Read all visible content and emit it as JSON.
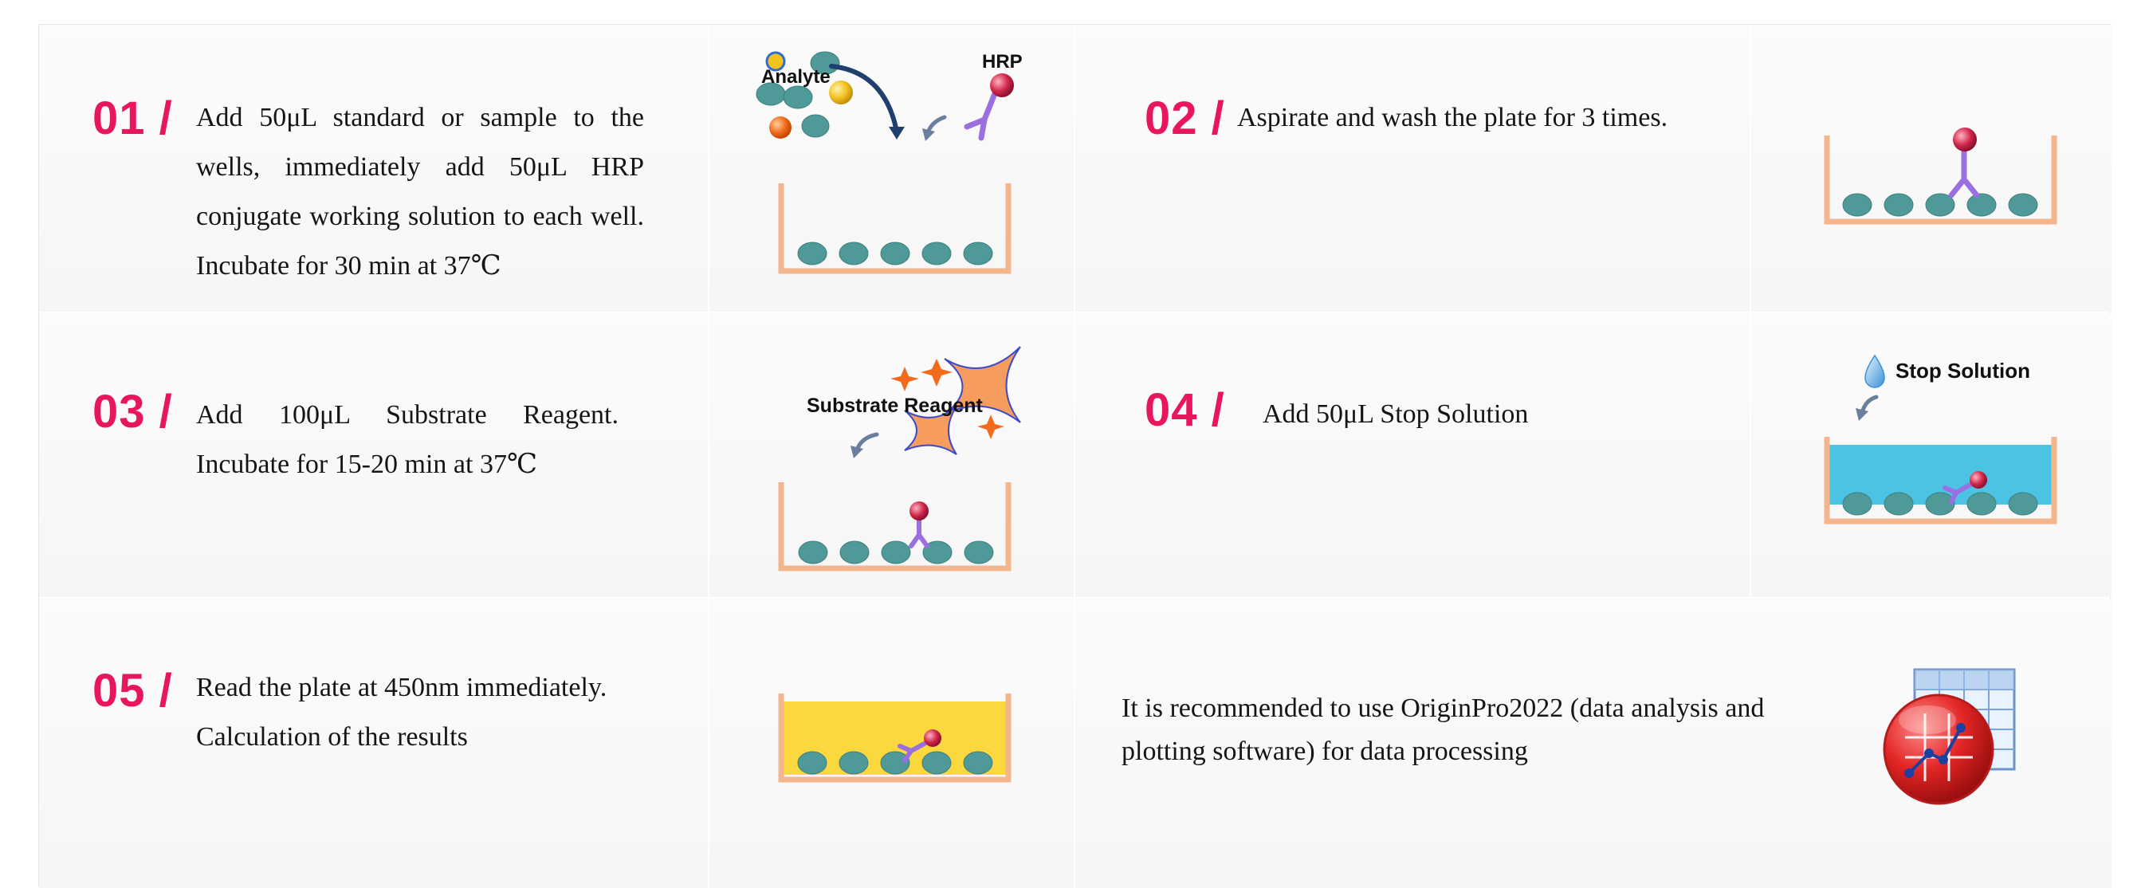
{
  "steps": [
    {
      "number": "01 /",
      "text": "Add 50μL standard or sample to the wells, immediately add 50μL HRP conjugate working solution to each well. Incubate for 30 min at 37℃"
    },
    {
      "number": "02 /",
      "text": "Aspirate and wash the plate for 3 times."
    },
    {
      "number": "03 /",
      "text": "Add  100μL Substrate Reagent. Incubate for 15-20 min at 37℃"
    },
    {
      "number": "04 /",
      "text": "Add 50μL Stop Solution"
    },
    {
      "number": "05 /",
      "text": "Read the plate at 450nm immediately. Calculation of the results"
    }
  ],
  "recommendation": "It is recommended to use OriginPro2022 (data analysis and plotting software) for data processing",
  "labels": {
    "analyte": "Analyte",
    "hrp": "HRP",
    "substrate": "Substrate Reagent",
    "stop": "Stop Solution"
  },
  "colors": {
    "accent": "#e8175d",
    "plate": "#f2b58c",
    "cell": "#4f9a98",
    "antibody": "#9a6fe0",
    "hrp_bead": "#d2284a",
    "stop_liquid": "#4dc3e3",
    "readout_liquid": "#fbd83d"
  },
  "icons": {
    "software": "originpro-logo-icon"
  }
}
